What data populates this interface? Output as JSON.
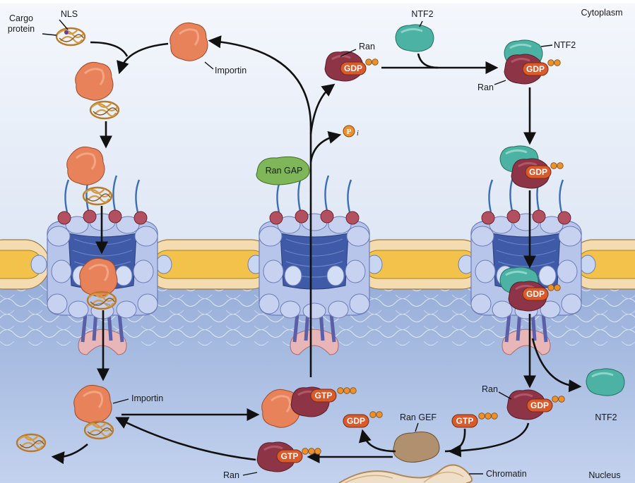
{
  "regions": {
    "cytoplasm": "Cytoplasm",
    "nucleus": "Nucleus"
  },
  "labels": {
    "cargo_protein_line1": "Cargo",
    "cargo_protein_line2": "protein",
    "nls": "NLS",
    "importin_top": "Importin",
    "importin_bottom": "Importin",
    "ran_top_center": "Ran",
    "ntf2_top_left": "NTF2",
    "ntf2_top_right": "NTF2",
    "ran_top_right": "Ran",
    "ran_gap": "Ran GAP",
    "pi_letter": "P",
    "pi_sub": "i",
    "ran_mid_right": "Ran",
    "ntf2_bottom_right": "NTF2",
    "ran_gef": "Ran GEF",
    "chromatin": "Chromatin",
    "ran_bottom": "Ran"
  },
  "nucleotides": {
    "gdp": "GDP",
    "gtp": "GTP"
  },
  "colors": {
    "cytoplasm_bg": "#d9e3f2",
    "nucleus_bg": "#a8bde0",
    "importin": "#e8825a",
    "cargo": "#c8892e",
    "ran": "#8e3447",
    "nucleotide_pill": "#d95a2b",
    "ntf2": "#4cb3a4",
    "ran_gap": "#7fb65a",
    "ran_gef": "#b0906e",
    "envelope_yellow": "#f2c24a",
    "envelope_rim": "#f4dcb0",
    "pore_light": "#aabbe6",
    "pore_dark": "#3f5aa6",
    "fg_repeat": "#3a6fb5"
  }
}
